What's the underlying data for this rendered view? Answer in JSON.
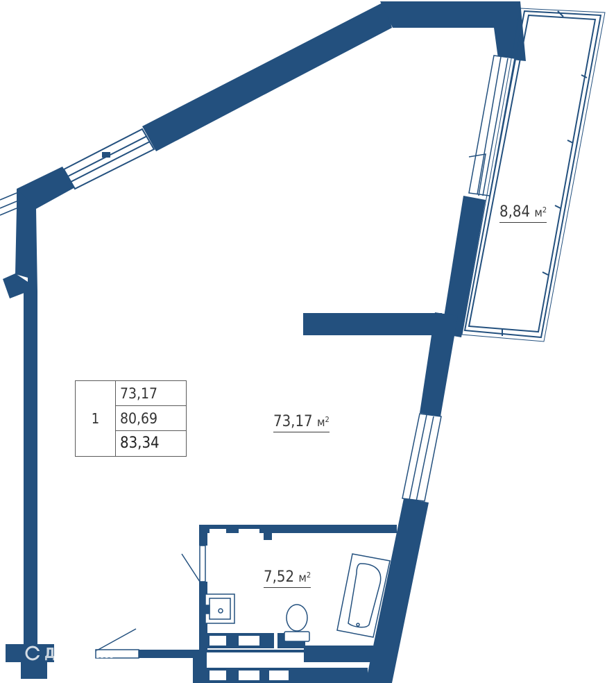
{
  "rooms": [
    {
      "id": "main-room",
      "area": "73,17",
      "unit": "м",
      "exp": "2"
    },
    {
      "id": "balcony",
      "area": "8,84",
      "unit": "м",
      "exp": "2"
    },
    {
      "id": "bathroom",
      "area": "7,52",
      "unit": "м",
      "exp": "2"
    }
  ],
  "info_table": {
    "rooms_count": "1",
    "living_area": "73,17",
    "total_area": "80,69",
    "total_with_balcony": "83,34"
  },
  "watermark": "ДомКлик",
  "colors": {
    "wall": "#23507e",
    "line": "#3a3a3a",
    "text": "#333333"
  }
}
